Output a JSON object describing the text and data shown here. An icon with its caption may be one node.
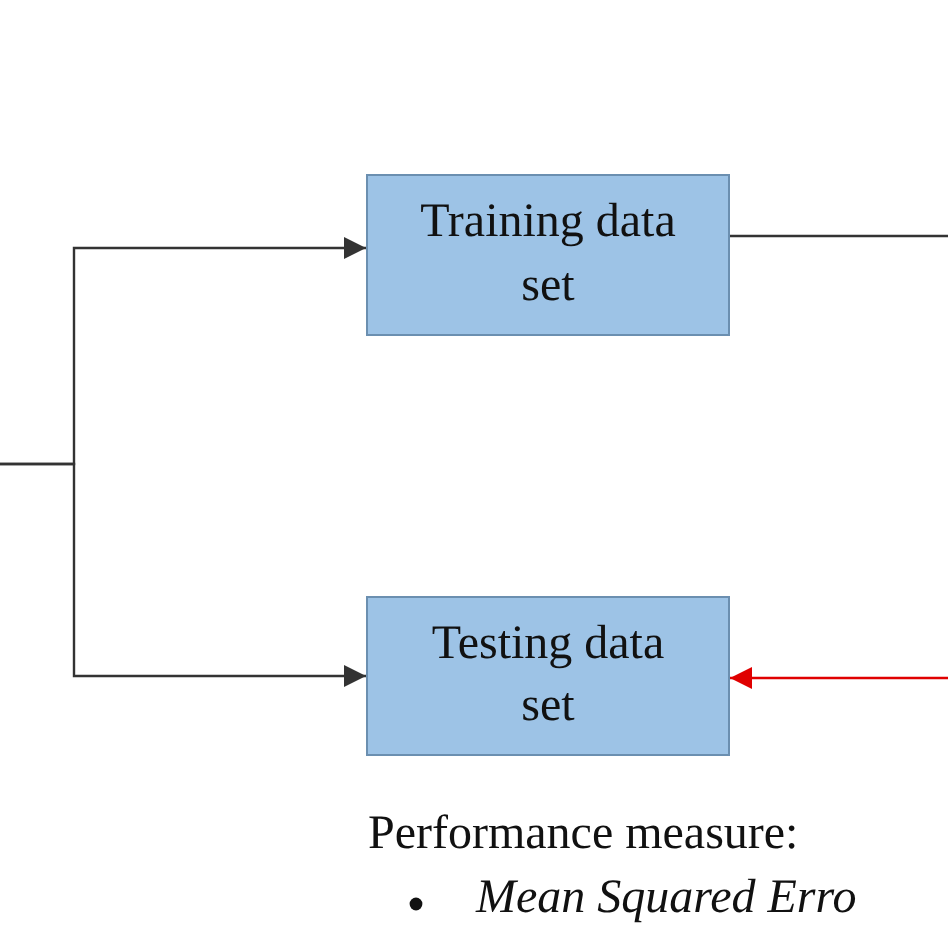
{
  "diagram": {
    "nodes": [
      {
        "text": [
          "Training data set"
        ]
      },
      {
        "text": [
          "Testing data set"
        ]
      }
    ],
    "edges": [
      {
        "from": null,
        "to": 0,
        "arrow": "to"
      },
      {
        "from": null,
        "to": 1,
        "arrow": "to"
      },
      {
        "from": 0,
        "to": null,
        "arrow": "none"
      },
      {
        "from": null,
        "to": 1,
        "arrow": "to",
        "color": "#e00000"
      }
    ],
    "labels": [
      "Performance measure:",
      "Mean Squared Erro"
    ]
  }
}
